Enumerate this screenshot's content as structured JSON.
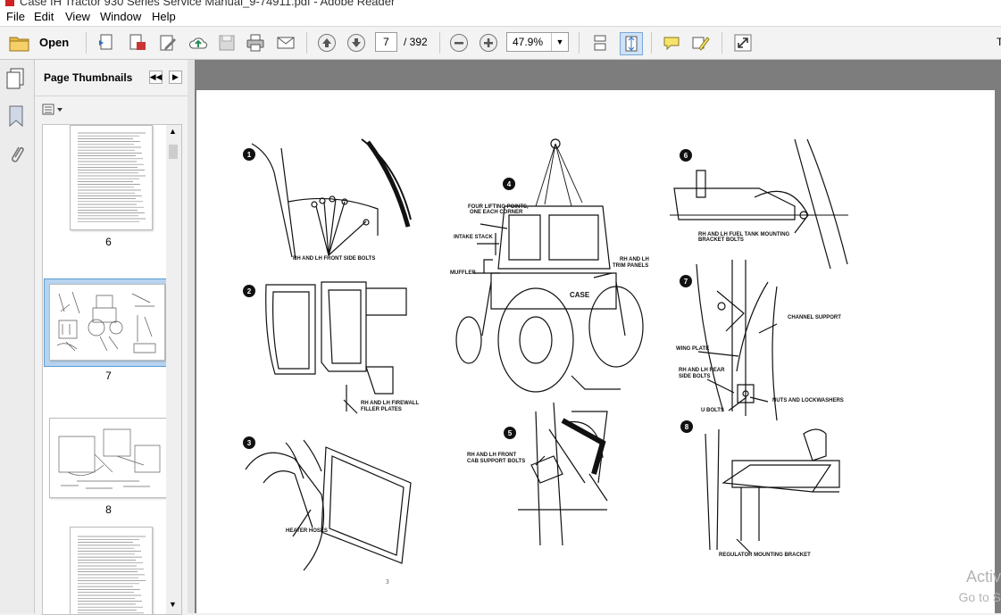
{
  "window": {
    "title": "Case IH Tractor 930 Series Service Manual_9-74911.pdf - Adobe Reader"
  },
  "menu": [
    "File",
    "Edit",
    "View",
    "Window",
    "Help"
  ],
  "toolbar": {
    "open_label": "Open",
    "current_page": "7",
    "page_total": "/ 392",
    "zoom": "47.9%"
  },
  "nav": {
    "title": "Page Thumbnails",
    "thumbnails": [
      {
        "label": "6"
      },
      {
        "label": "7",
        "selected": true
      },
      {
        "label": "8"
      },
      {
        "label": ""
      }
    ]
  },
  "page": {
    "figure_numbers": [
      "1",
      "2",
      "3",
      "4",
      "5",
      "6",
      "7",
      "8"
    ],
    "callouts": {
      "f1": "RH AND LH FRONT SIDE BOLTS",
      "f2a": "RH AND LH FIREWALL",
      "f2b": "FILLER PLATES",
      "f3": "HEATER HOSES",
      "f4a": "FOUR LIFTING POINTS,",
      "f4b": "ONE EACH CORNER",
      "f4c": "INTAKE STACK",
      "f4d": "MUFFLER",
      "f4e": "RH AND LH",
      "f4f": "TRIM PANELS",
      "f5a": "RH AND LH FRONT",
      "f5b": "CAB SUPPORT BOLTS",
      "f6a": "RH AND LH FUEL TANK MOUNTING",
      "f6b": "BRACKET BOLTS",
      "f7a": "CHANNEL SUPPORT",
      "f7b": "WING PLATE",
      "f7c": "RH AND LH REAR",
      "f7d": "SIDE BOLTS",
      "f7e": "NUTS AND LOCKWASHERS",
      "f7f": "U BOLTS",
      "f8": "REGULATOR MOUNTING BRACKET",
      "case_logo": "CASE"
    },
    "page_number": "3"
  },
  "watermark": {
    "line1": "Activ",
    "line2": "Go to S"
  }
}
